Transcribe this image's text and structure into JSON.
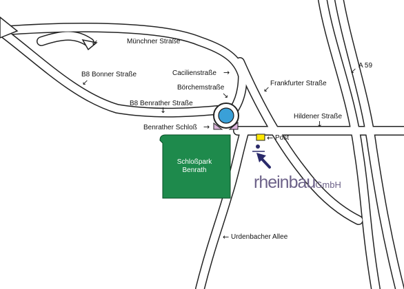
{
  "colors": {
    "road": "#ffffff",
    "road_outline": "#222222",
    "park": "#1e8a4c",
    "fountain": "#3aa0d8",
    "palace_marker": "#d9b3d9",
    "post": "#ffe800",
    "arrow": "#2a2a6a",
    "brand": "#6d6289"
  },
  "labels": {
    "muenchner": "Münchner Straße",
    "bonner": "B8 Bonner Straße",
    "cacilien": "Cacilienstraße",
    "boerchem": "Börchemstraße",
    "benrather_strasse": "B8 Benrather Straße",
    "frankfurter": "Frankfurter Straße",
    "a59": "A 59",
    "hildener": "Hildener Straße",
    "benrather_schloss": "Benrather Schloß",
    "post": "Post",
    "urdenbacher": "Urdenbacher Allee"
  },
  "park": {
    "line1": "Schloßpark",
    "line2": "Benrath"
  },
  "brand": {
    "name": "rheinbau",
    "suffix": "GmbH"
  },
  "icons": {
    "destination": "location-arrow-icon",
    "post": "post-office-icon",
    "fountain": "fountain-icon"
  }
}
